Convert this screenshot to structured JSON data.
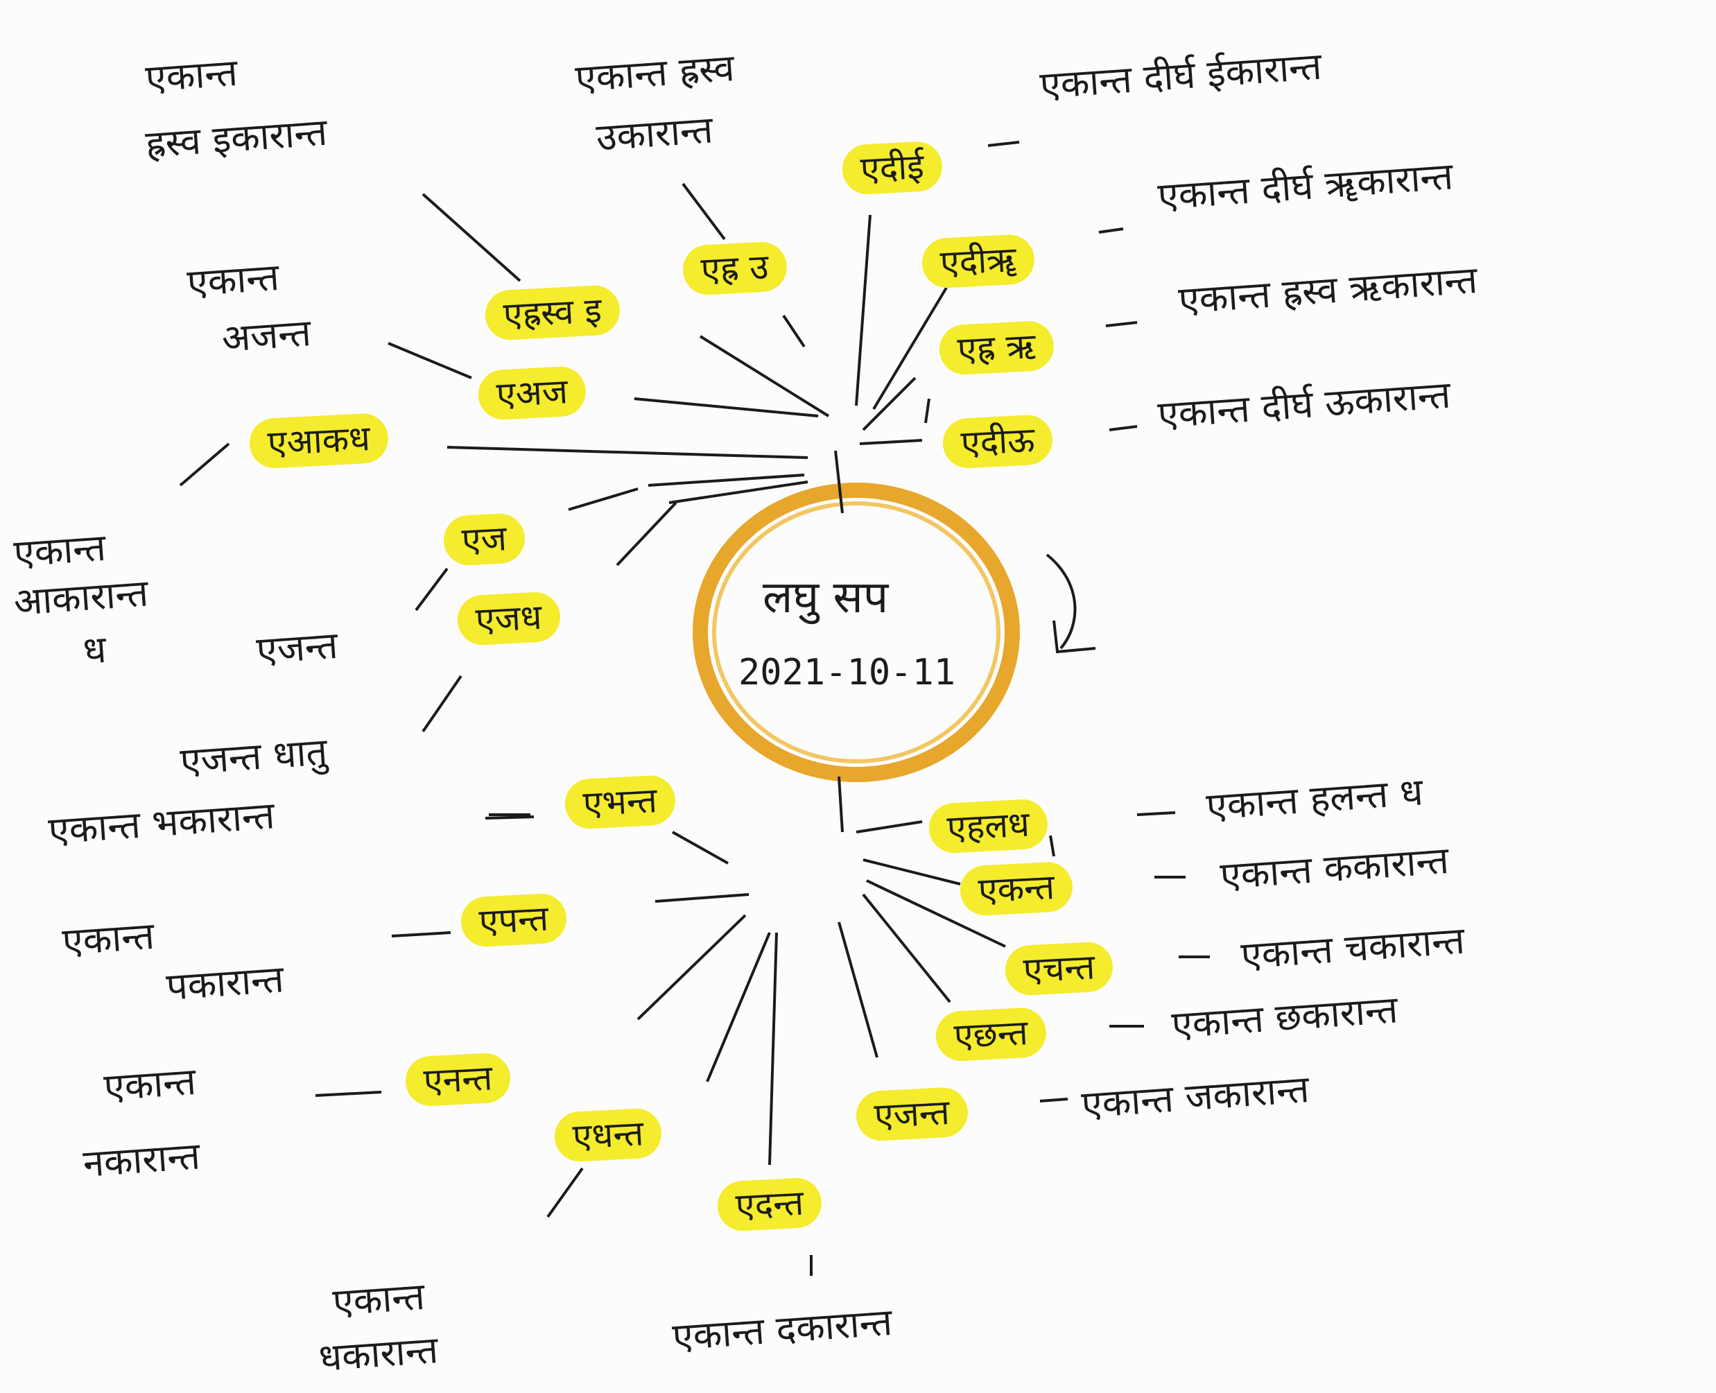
{
  "colors": {
    "ink": "#1b1b1b",
    "highlight": "#f4ec2c",
    "circle": "#e7a72c",
    "paper": "#fdfcfd"
  },
  "center": {
    "title": "लघु सप",
    "date": "2021-10-11"
  },
  "upper_branches": [
    {
      "key": "hrasva_i",
      "label": "एह्रस्व इ",
      "desc": [
        "एकान्त",
        "ह्रस्व इकारान्त"
      ]
    },
    {
      "key": "hrasva_u",
      "label": "एह्र उ",
      "desc": [
        "एकान्त ह्रस्व",
        "उकारान्त"
      ]
    },
    {
      "key": "dirgha_ii",
      "label": "एदीई",
      "desc": [
        "एकान्त दीर्घ ईकारान्त"
      ]
    },
    {
      "key": "dirgha_rr",
      "label": "एदीॠ",
      "desc": [
        "एकान्त दीर्घ ॠकारान्त"
      ]
    },
    {
      "key": "hrasva_r",
      "label": "एह्र ऋ",
      "desc": [
        "एकान्त ह्रस्व ऋकारान्त"
      ]
    },
    {
      "key": "dirgha_u",
      "label": "एदीऊ",
      "desc": [
        "एकान्त दीर्घ ऊकारान्त"
      ]
    },
    {
      "key": "ajanta",
      "label": "एअज",
      "desc": [
        "एकान्त",
        "अजन्त"
      ]
    },
    {
      "key": "akaranta",
      "label": "एआकध",
      "desc": [
        "एकान्त",
        "आकारान्त",
        "ध"
      ]
    },
    {
      "key": "eja",
      "label": "एज",
      "desc": [
        "एजन्त"
      ]
    },
    {
      "key": "ejadha",
      "label": "एजध",
      "desc": [
        "एजन्त धातु"
      ]
    }
  ],
  "lower_branches": [
    {
      "key": "bhanta",
      "label": "एभन्त",
      "desc": [
        "एकान्त भकारान्त"
      ]
    },
    {
      "key": "panta",
      "label": "एपन्त",
      "desc": [
        "एकान्त",
        "पकारान्त"
      ]
    },
    {
      "key": "nanta",
      "label": "एनन्त",
      "desc": [
        "एकान्त",
        "नकारान्त"
      ]
    },
    {
      "key": "dhanta",
      "label": "एधन्त",
      "desc": [
        "एकान्त",
        "धकारान्त"
      ]
    },
    {
      "key": "danta",
      "label": "एदन्त",
      "desc": [
        "एकान्त दकारान्त"
      ]
    },
    {
      "key": "halantadha",
      "label": "एहलध",
      "desc": [
        "एकान्त हलन्त ध"
      ]
    },
    {
      "key": "kanta",
      "label": "एकन्त",
      "desc": [
        "एकान्त ककारान्त"
      ]
    },
    {
      "key": "chanta",
      "label": "एचन्त",
      "desc": [
        "एकान्त चकारान्त"
      ]
    },
    {
      "key": "chhanta",
      "label": "एछन्त",
      "desc": [
        "एकान्त छकारान्त"
      ]
    },
    {
      "key": "janta",
      "label": "एजन्त",
      "desc": [
        "एकान्त जकारान्त"
      ]
    }
  ]
}
